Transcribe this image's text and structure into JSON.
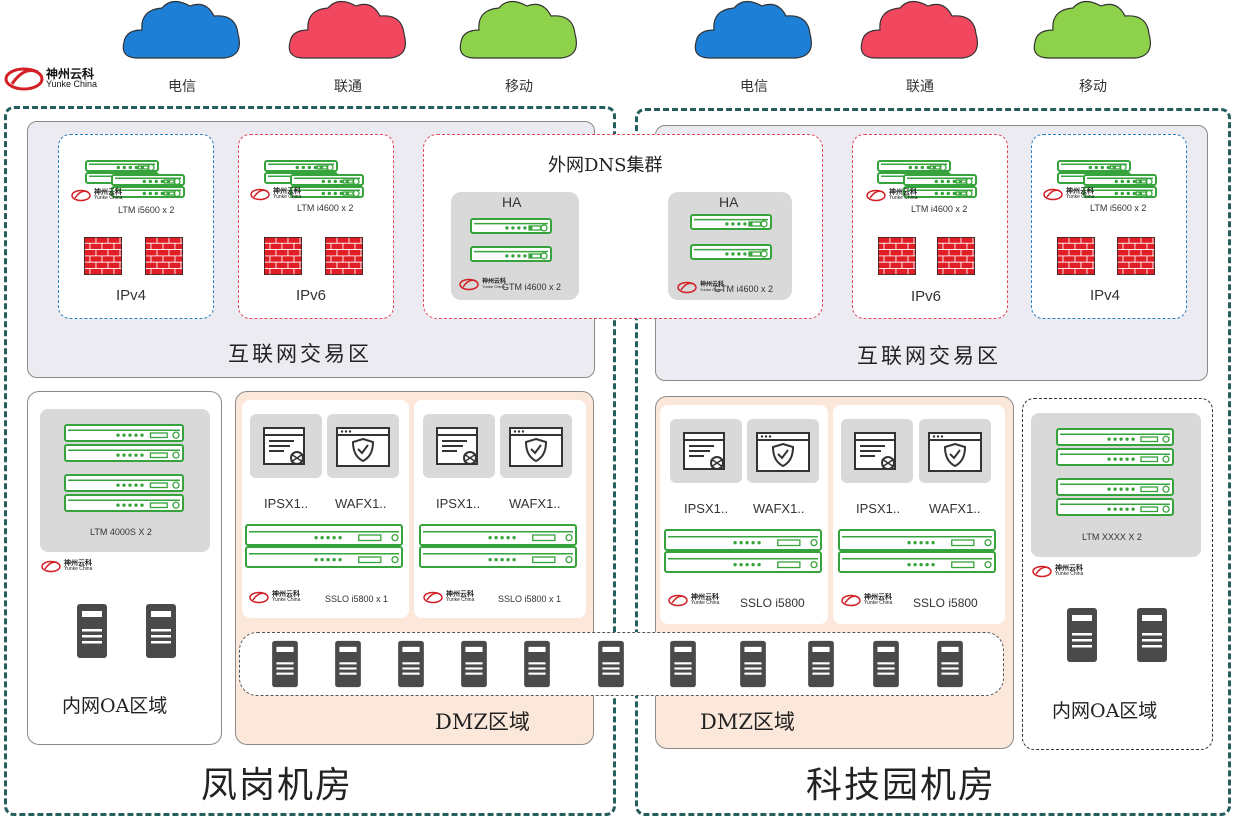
{
  "brand": {
    "name_cn": "神州云科",
    "name_en": "Yunke China",
    "color": "#d32027"
  },
  "clouds": [
    {
      "label": "电信",
      "color": "#1e7fd6"
    },
    {
      "label": "联通",
      "color": "#f2485f"
    },
    {
      "label": "移动",
      "color": "#8ed14a"
    },
    {
      "label": "电信",
      "color": "#1e7fd6"
    },
    {
      "label": "联通",
      "color": "#f2485f"
    },
    {
      "label": "移动",
      "color": "#8ed14a"
    }
  ],
  "sites": {
    "left": "凤岗机房",
    "right": "科技园机房"
  },
  "internet_zone": {
    "label": "互联网交易区"
  },
  "dns_cluster": {
    "title": "外网DNS集群",
    "ha_label": "HA",
    "gtm_label": "GTM i4600 x 2"
  },
  "groups": {
    "left_ipv4": {
      "device": "LTM i5600 x 2",
      "label": "IPv4"
    },
    "left_ipv6": {
      "device": "LTM i4600 x 2",
      "label": "IPv6"
    },
    "right_ipv6": {
      "device": "LTM i4600 x 2",
      "label": "IPv6"
    },
    "right_ipv4": {
      "device": "LTM i5600 x 2",
      "label": "IPv4"
    }
  },
  "oa_left": {
    "device": "LTM 4000S X 2",
    "label": "内网OA区域"
  },
  "oa_right": {
    "device": "LTM XXXX X 2",
    "label": "内网OA区域"
  },
  "dmz": {
    "label": "DMZ区域",
    "ips": "IPSX1..",
    "waf": "WAFX1..",
    "sslo_left": "SSLO i5800 x 1",
    "sslo_right": "SSLO i5800"
  },
  "colors": {
    "green": "#37a33c",
    "blue_dash": "#2a7fc2",
    "red_dash": "#e0475a",
    "site_dash": "#255e5f",
    "firewall": "#e01e26"
  }
}
